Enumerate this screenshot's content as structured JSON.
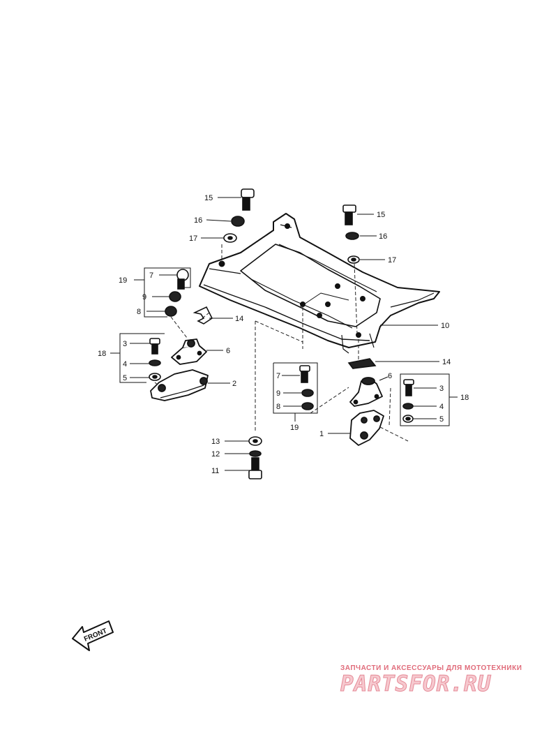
{
  "diagram": {
    "callouts": {
      "c15a": "15",
      "c16a": "16",
      "c17a": "17",
      "c15b": "15",
      "c16b": "16",
      "c17b": "17",
      "c19a": "19",
      "c7a": "7",
      "c9a": "9",
      "c8a": "8",
      "c14a": "14",
      "c10": "10",
      "c14b": "14",
      "c18a": "18",
      "c3a": "3",
      "c4a": "4",
      "c5a": "5",
      "c6a": "6",
      "c2": "2",
      "c7b": "7",
      "c9b": "9",
      "c8b": "8",
      "c19b": "19",
      "c6b": "6",
      "c3b": "3",
      "c4b": "4",
      "c5b": "5",
      "c18b": "18",
      "c1": "1",
      "c13": "13",
      "c12": "12",
      "c11": "11"
    },
    "front_label": "FRONT"
  },
  "watermark": {
    "tagline": "ЗАПЧАСТИ И АКСЕССУАРЫ ДЛЯ МОТОТЕХНИКИ",
    "logo": "PARTSFOR.RU"
  }
}
